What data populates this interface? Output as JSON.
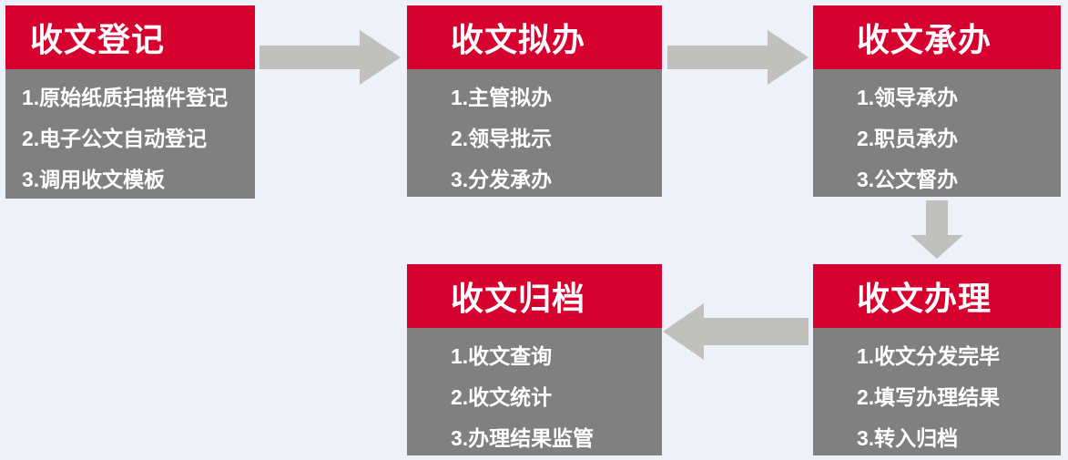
{
  "colors": {
    "background": "#EDF1F9",
    "header_red": "#D6012F",
    "body_gray": "#808080",
    "arrow_gray": "#C2C0BD",
    "text_white": "#FFFFFF"
  },
  "flow": {
    "boxes": [
      {
        "title": "收文登记",
        "items": [
          "1.原始纸质扫描件登记",
          "2.电子公文自动登记",
          "3.调用收文模板"
        ]
      },
      {
        "title": "收文拟办",
        "items": [
          "1.主管拟办",
          "2.领导批示",
          "3.分发承办"
        ]
      },
      {
        "title": "收文承办",
        "items": [
          "1.领导承办",
          "2.职员承办",
          "3.公文督办"
        ]
      },
      {
        "title": "收文办理",
        "items": [
          "1.收文分发完毕",
          "2.填写办理结果",
          "3.转入归档"
        ]
      },
      {
        "title": "收文归档",
        "items": [
          "1.收文查询",
          "2.收文统计",
          "3.办理结果监管"
        ]
      }
    ],
    "arrows": [
      {
        "from": "收文登记",
        "to": "收文拟办",
        "direction": "right"
      },
      {
        "from": "收文拟办",
        "to": "收文承办",
        "direction": "right"
      },
      {
        "from": "收文承办",
        "to": "收文办理",
        "direction": "down"
      },
      {
        "from": "收文办理",
        "to": "收文归档",
        "direction": "left"
      }
    ]
  }
}
